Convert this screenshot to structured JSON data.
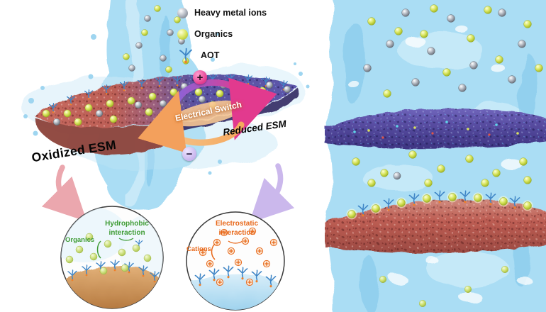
{
  "figure": {
    "legend": {
      "items": [
        {
          "icon": "heavy-metal-ion-icon",
          "label": "Heavy metal ions"
        },
        {
          "icon": "organics-icon",
          "label": "Organics"
        },
        {
          "icon": "aot-icon",
          "label": "AOT"
        }
      ]
    },
    "switch": {
      "label": "Electrical Switch",
      "plus": "+",
      "minus": "−"
    },
    "membranes": {
      "oxidized_label": "Oxidized ESM",
      "reduced_label": "Reduced ESM"
    },
    "inset_hydrophobic": {
      "title": "Hydrophobic\ninteraction",
      "side_label": "Organics"
    },
    "inset_electrostatic": {
      "title": "Electrostatic\ninteraction",
      "side_label": "Cations"
    },
    "colors": {
      "water": "#a8dcf4",
      "oxidized_membrane": "#bd6057",
      "reduced_membrane": "#554e9f",
      "organics": "#d8e55e",
      "heavy_metal": "#8d939d",
      "aot": "#3e85c6",
      "hydrophobic_text": "#3f9c35",
      "electrostatic_text": "#e8681a",
      "plus_badge": "#e23a8e",
      "minus_badge": "#c5b0ec"
    }
  }
}
